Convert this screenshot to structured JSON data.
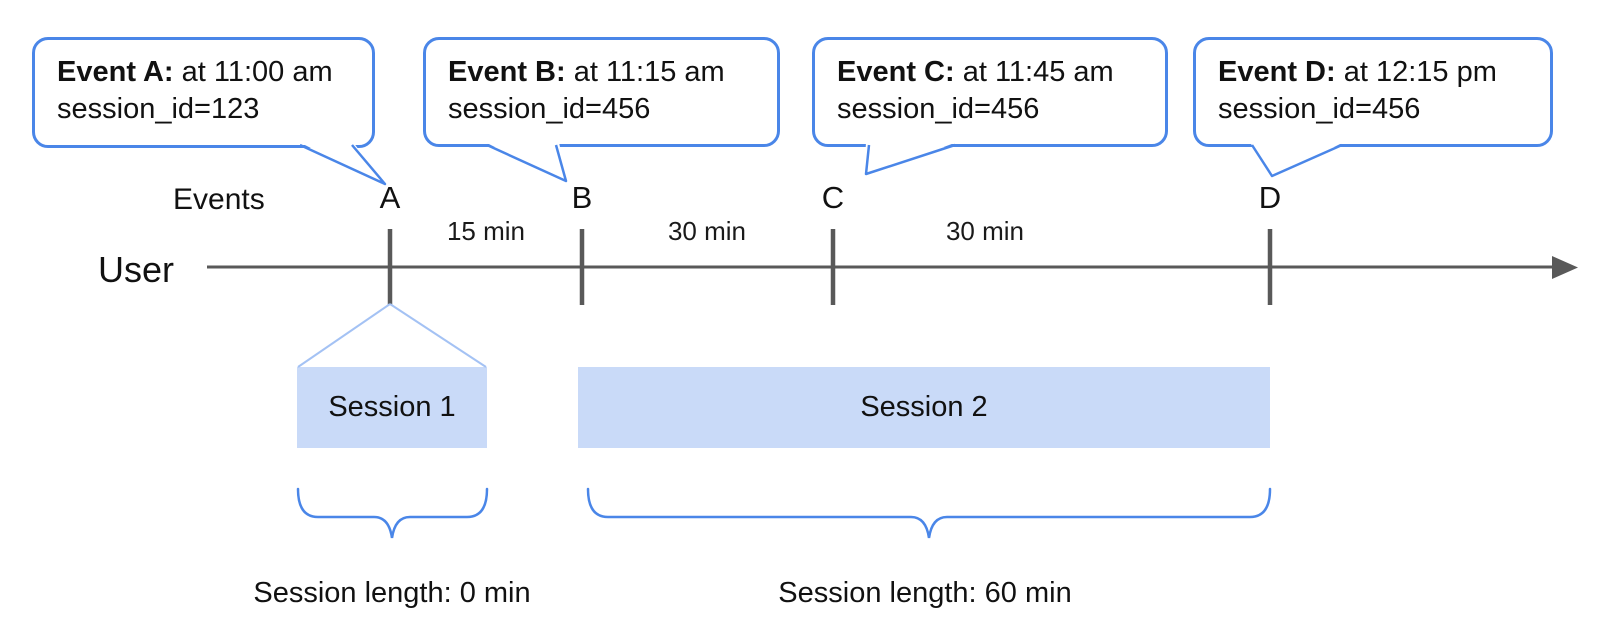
{
  "callouts": [
    {
      "bold": "Event A:",
      "time": "at 11:00 am",
      "session": "session_id=123"
    },
    {
      "bold": "Event B:",
      "time": "at 11:15 am",
      "session": "session_id=456"
    },
    {
      "bold": "Event C:",
      "time": "at 11:45 am",
      "session": "session_id=456"
    },
    {
      "bold": "Event D:",
      "time": "at 12:15 pm",
      "session": "session_id=456"
    }
  ],
  "timeline": {
    "events_label": "Events",
    "user_label": "User",
    "markers": [
      "A",
      "B",
      "C",
      "D"
    ],
    "intervals": [
      "15 min",
      "30 min",
      "30 min"
    ]
  },
  "sessions": [
    {
      "label": "Session 1",
      "length_label": "Session length: 0 min"
    },
    {
      "label": "Session 2",
      "length_label": "Session length: 60 min"
    }
  ],
  "colors": {
    "accent_blue": "#4a86e8",
    "session_fill": "#c9daf8",
    "funnel_line": "#a4c2f4",
    "timeline_gray": "#595959",
    "text": "#111111"
  }
}
